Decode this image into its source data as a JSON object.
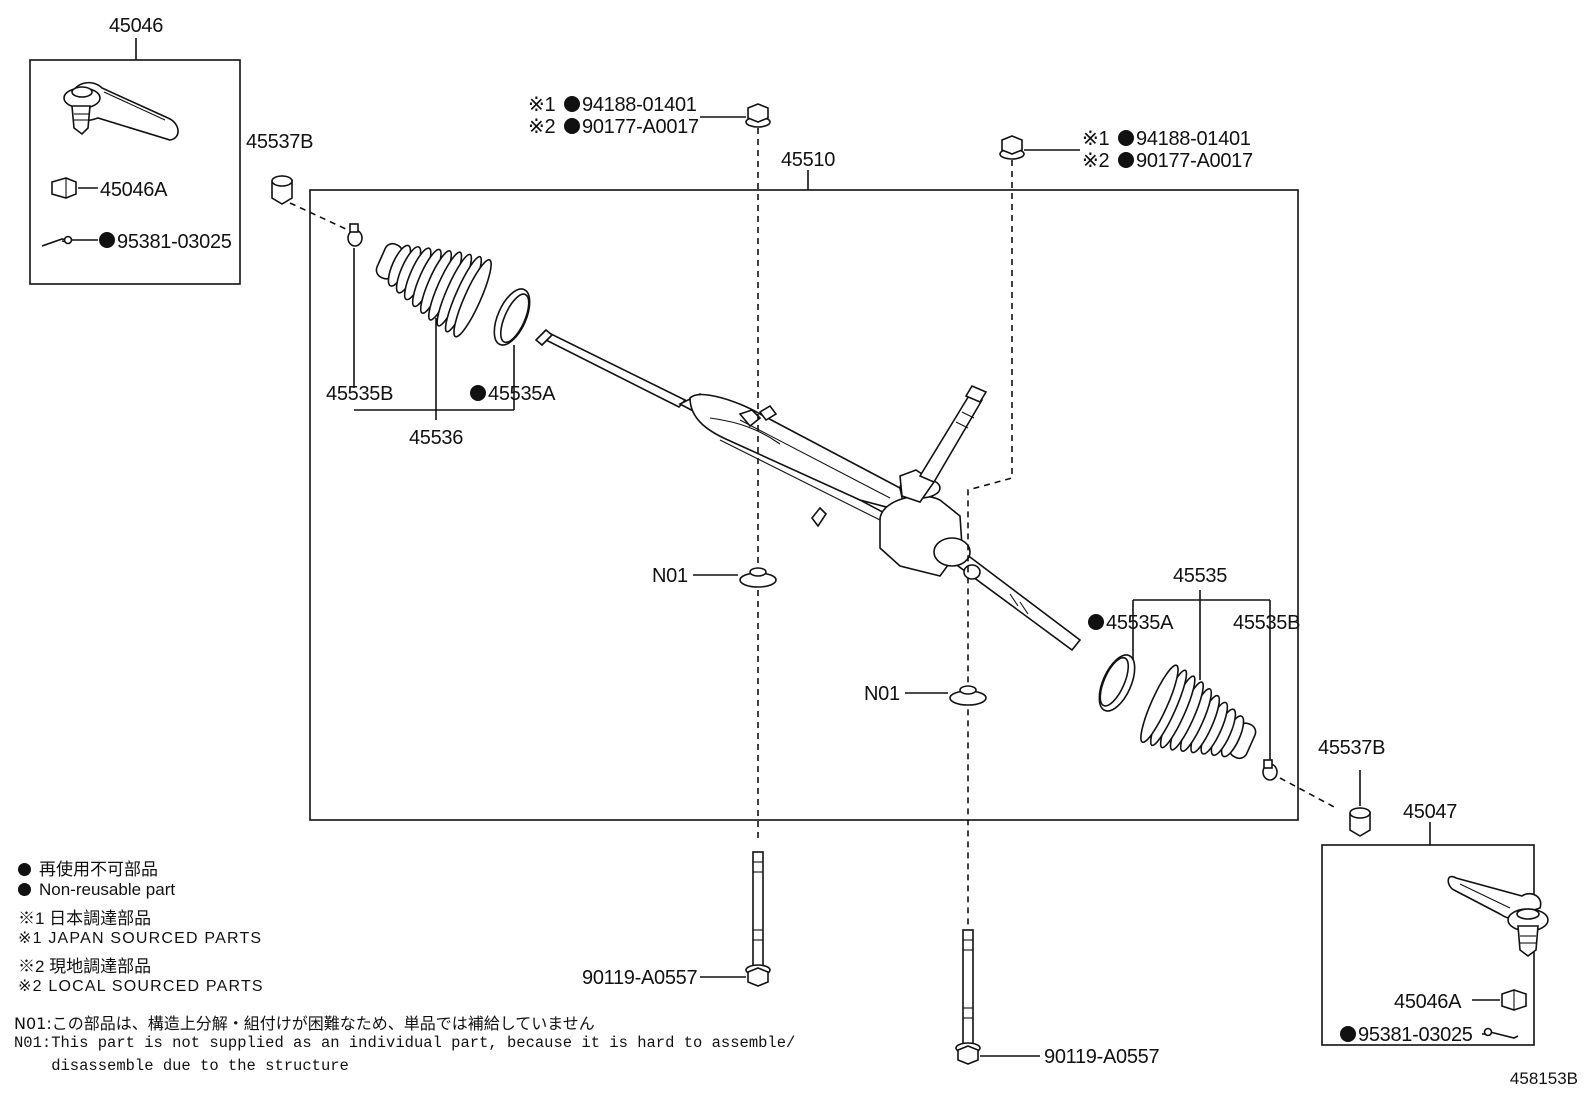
{
  "parts": {
    "tie_rod_end_lh": "45046",
    "lock_nut_lh": "45046A",
    "cotter_pin_lh": "95381-03025",
    "clip_left": "45537B",
    "gear_assembly": "45510",
    "bolt_top_left_1": "94188-01401",
    "bolt_top_left_2": "90177-A0017",
    "bolt_top_right_1": "94188-01401",
    "bolt_top_right_2": "90177-A0017",
    "boot_clip_b_left": "45535B",
    "boot_clip_a_left": "45535A",
    "boot_left": "45536",
    "washer_left": "N01",
    "washer_right": "N01",
    "boot_right": "45535",
    "boot_clip_a_right": "45535A",
    "boot_clip_b_right": "45535B",
    "clip_right": "45537B",
    "tie_rod_end_rh": "45047",
    "lock_nut_rh": "45046A",
    "cotter_pin_rh": "95381-03025",
    "bolt_bottom_left": "90119-A0557",
    "bolt_bottom_right": "90119-A0557",
    "mark_1": "※1",
    "mark_2": "※2"
  },
  "legend": {
    "non_reusable_jp": "再使用不可部品",
    "non_reusable_en": "Non-reusable part",
    "japan_sourced_jp": "※1 日本調達部品",
    "japan_sourced_en": "※1 JAPAN SOURCED PARTS",
    "local_sourced_jp": "※2 現地調達部品",
    "local_sourced_en": "※2 LOCAL SOURCED PARTS"
  },
  "notes": {
    "n01_jp": "N01:この部品は、構造上分解・組付けが困難なため、単品では補給していません",
    "n01_en_line1": "N01:This part is not supplied as an individual part, because it is hard to assemble/",
    "n01_en_line2": "    disassemble due to the structure"
  },
  "illustration_code": "458153B"
}
